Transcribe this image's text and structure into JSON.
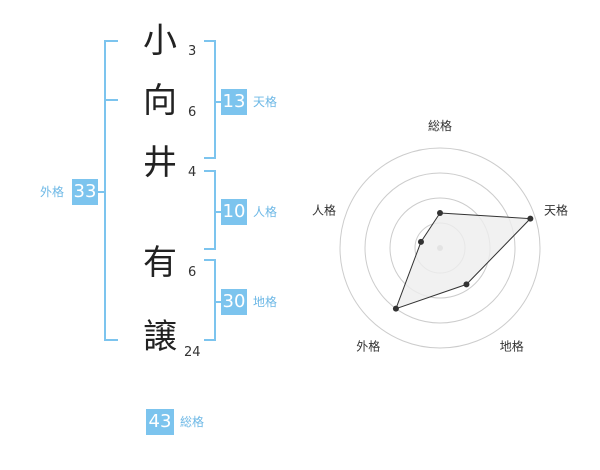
{
  "name": {
    "characters": [
      {
        "char": "小",
        "strokes": "3"
      },
      {
        "char": "向",
        "strokes": "6"
      },
      {
        "char": "井",
        "strokes": "4"
      },
      {
        "char": "有",
        "strokes": "6"
      },
      {
        "char": "譲",
        "strokes": "24"
      }
    ]
  },
  "kaku": {
    "tenkaku": {
      "value": "13",
      "label": "天格"
    },
    "jinkaku": {
      "value": "10",
      "label": "人格"
    },
    "chikaku": {
      "value": "30",
      "label": "地格"
    },
    "gaikaku": {
      "value": "33",
      "label": "外格"
    },
    "soukaku": {
      "value": "43",
      "label": "総格"
    }
  },
  "chart_data": {
    "type": "radar",
    "axes": [
      "総格",
      "天格",
      "地格",
      "外格",
      "人格"
    ],
    "values": [
      0.35,
      0.95,
      0.45,
      0.75,
      0.2
    ],
    "rings": 4,
    "point_color": "#333333",
    "fill_color": "#eeeeee",
    "ring_color": "#cccccc"
  },
  "colors": {
    "accent": "#7cc4ee",
    "label": "#6db8e6"
  }
}
